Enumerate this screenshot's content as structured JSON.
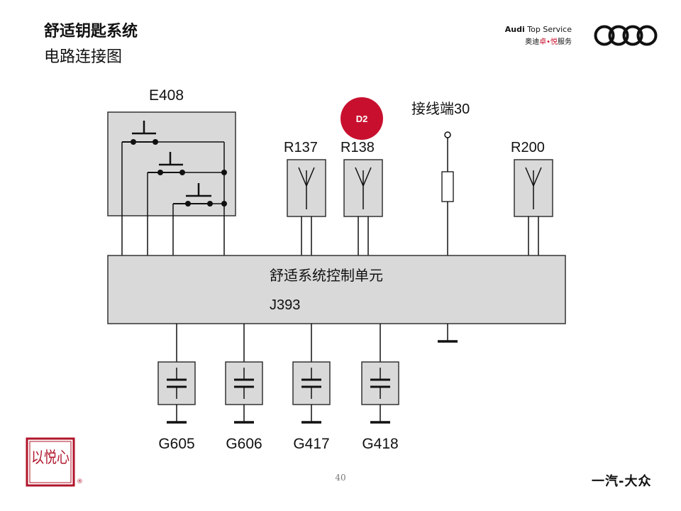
{
  "header": {
    "title": "舒适钥匙系统",
    "subtitle": "电路连接图"
  },
  "brand": {
    "audi": "Audi",
    "service": "Top Service",
    "cn_prefix": "奥迪",
    "cn_red1": "卓",
    "cn_dot": "•",
    "cn_red2": "悦",
    "cn_suffix": "服务"
  },
  "diagram": {
    "switch_unit_label": "E408",
    "antennas": [
      "R137",
      "R138",
      "R200"
    ],
    "terminal_label": "接线端30",
    "badge_label": "D2",
    "control_unit_name": "舒适系统控制单元",
    "control_unit_code": "J393",
    "capacitors": [
      "G605",
      "G606",
      "G417",
      "G418"
    ]
  },
  "footer": {
    "page_number": "40",
    "seal_text": "以悦心",
    "registered": "®",
    "faw_logo": "一汽-大众"
  },
  "colors": {
    "badge": "#c8102e",
    "box_fill": "#d9d9d9",
    "line": "#111111"
  }
}
